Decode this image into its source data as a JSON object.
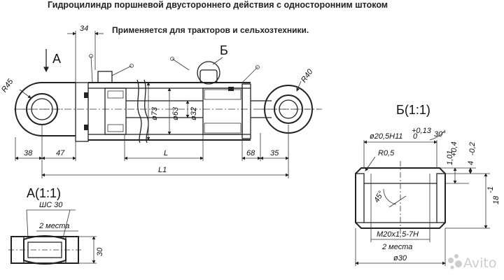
{
  "title": "Гидроцилиндр поршневой двустороннего действия с односторонним штоком",
  "subtitle": "Применяется для тракторов и сельхозтехники.",
  "views": {
    "main": {
      "label_a": "А",
      "label_b": "Б",
      "radii": [
        "R45",
        "R40"
      ],
      "diameters": [
        "ø73",
        "ø63",
        "ø32"
      ],
      "dims": [
        "34",
        "38",
        "47",
        "68",
        "35",
        "L",
        "L1"
      ]
    },
    "detail_a": {
      "title": "А(1:1)",
      "note1": "ШС 30",
      "note2": "2 места",
      "dim_height": "30"
    },
    "detail_b": {
      "title": "Б(1:1)",
      "bore": "ø20,5H11",
      "bore_tol_upper": "+0,13",
      "bore_tol_lower": "0",
      "angle_chamfer": "30°",
      "radius": "R0,5",
      "dim_a": "1,01",
      "dim_a_tol": "+0,4",
      "dim_b": "4",
      "dim_b_tol": "-0,2",
      "dim_h": "18",
      "dim_h_tol": "-1",
      "angle_45": "45°",
      "thread": "M20x1,5-7H",
      "note": "2 места",
      "dim_d": "ø30"
    }
  },
  "watermark": "Avito"
}
